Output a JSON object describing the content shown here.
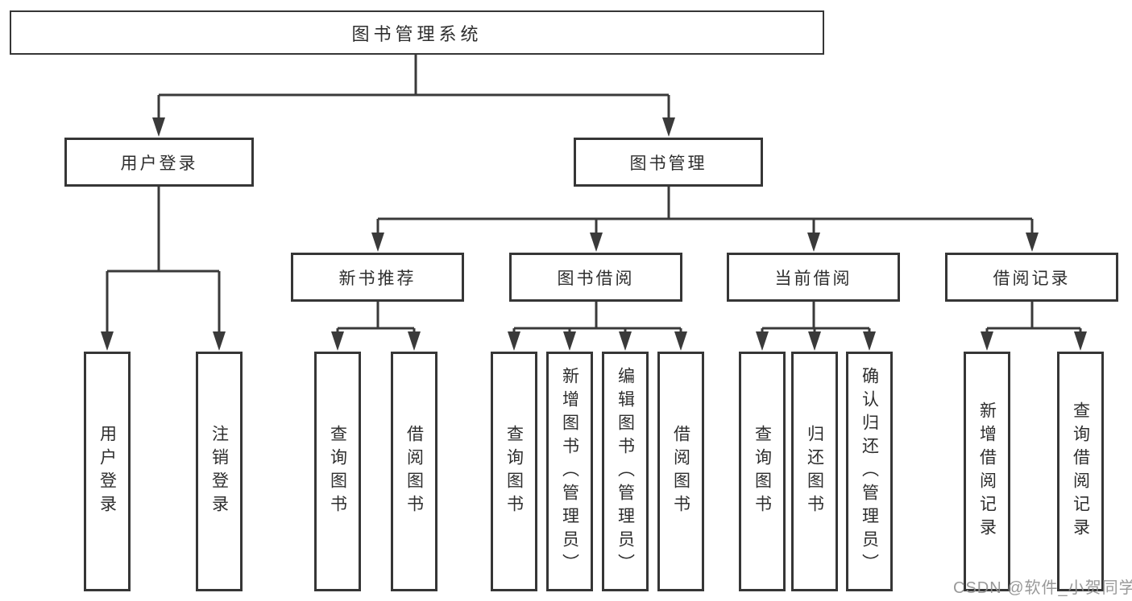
{
  "diagram": {
    "title": "图书管理系统",
    "level2": {
      "user_login": "用户登录",
      "book_management": "图书管理"
    },
    "level3": {
      "new_book_recommend": "新书推荐",
      "book_borrow": "图书借阅",
      "current_borrow": "当前借阅",
      "borrow_record": "借阅记录"
    },
    "leaves": {
      "login_user_login": "用户登录",
      "login_logout": "注销登录",
      "recommend_query_book": "查询图书",
      "recommend_borrow_book": "借阅图书",
      "borrow_query_book": "查询图书",
      "borrow_add_book": "新增图书（管理员）",
      "borrow_edit_book": "编辑图书（管理员）",
      "borrow_borrow_book": "借阅图书",
      "current_query_book": "查询图书",
      "current_return_book": "归还图书",
      "current_confirm_return": "确认归还（管理员）",
      "record_add": "新增借阅记录",
      "record_query": "查询借阅记录"
    },
    "watermark": "CSDN @软件_小贺同学",
    "colors": {
      "line": "#3a3a3a",
      "box_border": "#363636",
      "text": "#2e2e2e",
      "watermark_text": "#8f8f8f",
      "background": "#ffffff"
    }
  }
}
